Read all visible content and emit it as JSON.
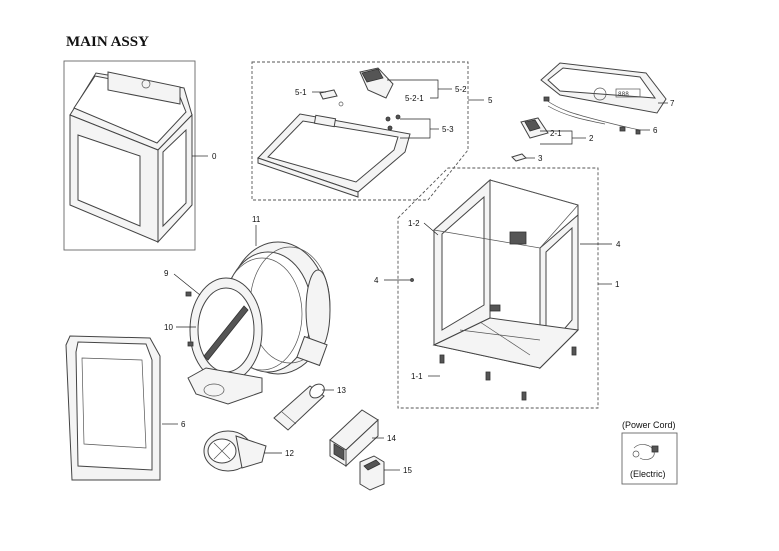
{
  "title": "MAIN ASSY",
  "labels": {
    "p0": "0",
    "p1": "1",
    "p1_1": "1-1",
    "p1_2": "1-2",
    "p2": "2",
    "p2_1": "2-1",
    "p3": "3",
    "p4a": "4",
    "p4b": "4",
    "p5": "5",
    "p5_1": "5-1",
    "p5_2": "5-2",
    "p5_2_1": "5-2-1",
    "p5_3": "5-3",
    "p6a": "6",
    "p6b": "6",
    "p7": "7",
    "p9": "9",
    "p10": "10",
    "p11": "11",
    "p12": "12",
    "p13": "13",
    "p14": "14",
    "p15": "15"
  },
  "power_cord": {
    "heading": "(Power Cord)",
    "caption": "(Electric)"
  }
}
